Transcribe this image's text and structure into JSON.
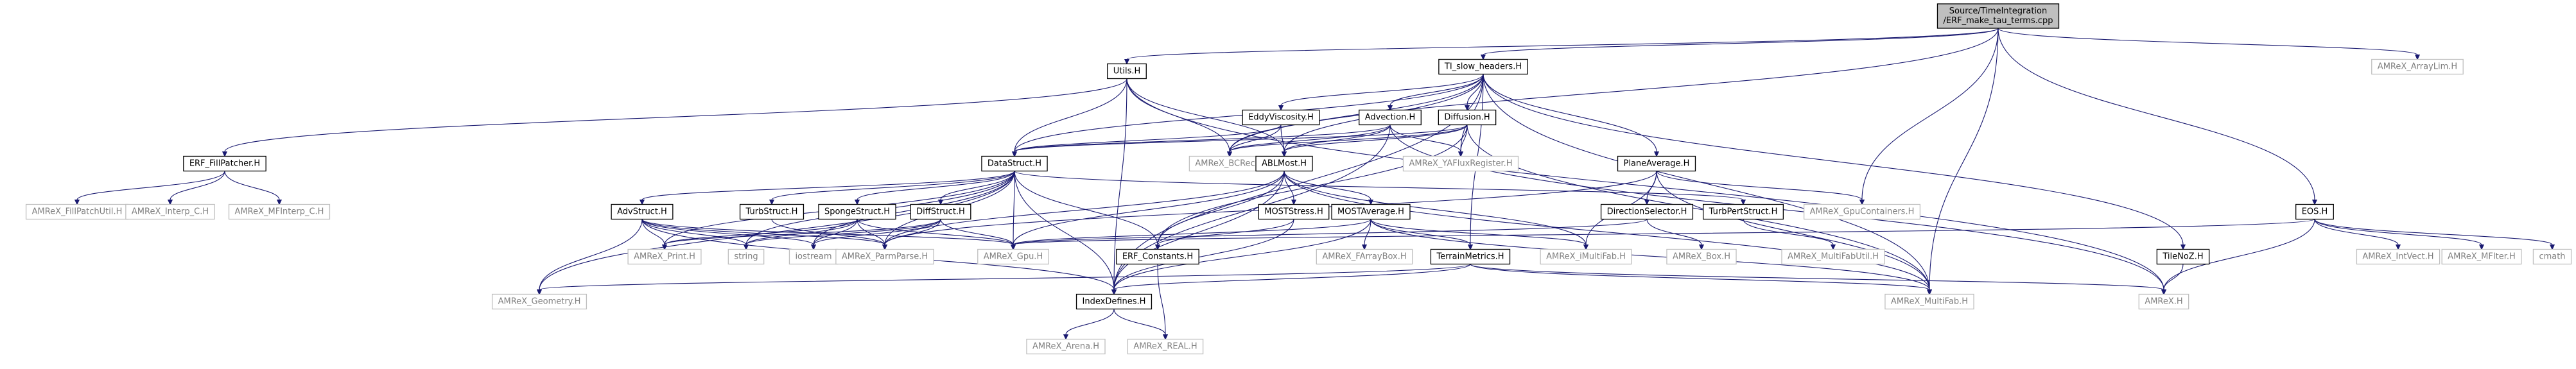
{
  "colors": {
    "edge": "#191970",
    "node_border": "#000000",
    "node_border_external": "#bfbfbf",
    "node_fill": "#ffffff",
    "root_fill": "#bfbfbf",
    "text": "#000000",
    "text_external": "#808080"
  },
  "nodes": [
    {
      "id": "root",
      "lines": [
        "Source/TimeIntegration",
        "/ERF_make_tau_terms.cpp"
      ],
      "kind": "root"
    },
    {
      "id": "ti",
      "lines": [
        "TI_slow_headers.H"
      ],
      "kind": "header"
    },
    {
      "id": "arraylim",
      "lines": [
        "AMReX_ArrayLim.H"
      ],
      "kind": "external"
    },
    {
      "id": "utils",
      "lines": [
        "Utils.H"
      ],
      "kind": "header"
    },
    {
      "id": "eddy",
      "lines": [
        "EddyViscosity.H"
      ],
      "kind": "header"
    },
    {
      "id": "advection",
      "lines": [
        "Advection.H"
      ],
      "kind": "header"
    },
    {
      "id": "diffusion",
      "lines": [
        "Diffusion.H"
      ],
      "kind": "header"
    },
    {
      "id": "fillpatcher",
      "lines": [
        "ERF_FillPatcher.H"
      ],
      "kind": "header"
    },
    {
      "id": "datastruct",
      "lines": [
        "DataStruct.H"
      ],
      "kind": "header"
    },
    {
      "id": "bcrec",
      "lines": [
        "AMReX_BCRec.H"
      ],
      "kind": "external"
    },
    {
      "id": "ablmost",
      "lines": [
        "ABLMost.H"
      ],
      "kind": "header"
    },
    {
      "id": "yaflux",
      "lines": [
        "AMReX_YAFluxRegister.H"
      ],
      "kind": "external"
    },
    {
      "id": "planeavg",
      "lines": [
        "PlaneAverage.H"
      ],
      "kind": "header"
    },
    {
      "id": "eos",
      "lines": [
        "EOS.H"
      ],
      "kind": "header"
    },
    {
      "id": "fillpatchutil",
      "lines": [
        "AMReX_FillPatchUtil.H"
      ],
      "kind": "external"
    },
    {
      "id": "interpc",
      "lines": [
        "AMReX_Interp_C.H"
      ],
      "kind": "external"
    },
    {
      "id": "mfinterp",
      "lines": [
        "AMReX_MFInterp_C.H"
      ],
      "kind": "external"
    },
    {
      "id": "advstruct",
      "lines": [
        "AdvStruct.H"
      ],
      "kind": "header"
    },
    {
      "id": "turbstruct",
      "lines": [
        "TurbStruct.H"
      ],
      "kind": "header"
    },
    {
      "id": "spongestruct",
      "lines": [
        "SpongeStruct.H"
      ],
      "kind": "header"
    },
    {
      "id": "diffstruct",
      "lines": [
        "DiffStruct.H"
      ],
      "kind": "header"
    },
    {
      "id": "moststress",
      "lines": [
        "MOSTStress.H"
      ],
      "kind": "header"
    },
    {
      "id": "mostavg",
      "lines": [
        "MOSTAverage.H"
      ],
      "kind": "header"
    },
    {
      "id": "dirselector",
      "lines": [
        "DirectionSelector.H"
      ],
      "kind": "header"
    },
    {
      "id": "turbpert",
      "lines": [
        "TurbPertStruct.H"
      ],
      "kind": "header"
    },
    {
      "id": "gpucontainers",
      "lines": [
        "AMReX_GpuContainers.H"
      ],
      "kind": "external"
    },
    {
      "id": "amrexprint",
      "lines": [
        "AMReX_Print.H"
      ],
      "kind": "external"
    },
    {
      "id": "string",
      "lines": [
        "string"
      ],
      "kind": "external"
    },
    {
      "id": "iostream",
      "lines": [
        "iostream"
      ],
      "kind": "external"
    },
    {
      "id": "parmparse",
      "lines": [
        "AMReX_ParmParse.H"
      ],
      "kind": "external"
    },
    {
      "id": "gpu",
      "lines": [
        "AMReX_Gpu.H"
      ],
      "kind": "external"
    },
    {
      "id": "erfconst",
      "lines": [
        "ERF_Constants.H"
      ],
      "kind": "header"
    },
    {
      "id": "farraybox",
      "lines": [
        "AMReX_FArrayBox.H"
      ],
      "kind": "external"
    },
    {
      "id": "terrain",
      "lines": [
        "TerrainMetrics.H"
      ],
      "kind": "header"
    },
    {
      "id": "imultifab",
      "lines": [
        "AMReX_iMultiFab.H"
      ],
      "kind": "external"
    },
    {
      "id": "amrexbox",
      "lines": [
        "AMReX_Box.H"
      ],
      "kind": "external"
    },
    {
      "id": "multifabutil",
      "lines": [
        "AMReX_MultiFabUtil.H"
      ],
      "kind": "external"
    },
    {
      "id": "tilenoz",
      "lines": [
        "TileNoZ.H"
      ],
      "kind": "header"
    },
    {
      "id": "intvect",
      "lines": [
        "AMReX_IntVect.H"
      ],
      "kind": "external"
    },
    {
      "id": "mfiter",
      "lines": [
        "AMReX_MFIter.H"
      ],
      "kind": "external"
    },
    {
      "id": "cmath",
      "lines": [
        "cmath"
      ],
      "kind": "external"
    },
    {
      "id": "geometry",
      "lines": [
        "AMReX_Geometry.H"
      ],
      "kind": "external"
    },
    {
      "id": "indexdefines",
      "lines": [
        "IndexDefines.H"
      ],
      "kind": "header"
    },
    {
      "id": "multifab",
      "lines": [
        "AMReX_MultiFab.H"
      ],
      "kind": "external"
    },
    {
      "id": "amrexh",
      "lines": [
        "AMReX.H"
      ],
      "kind": "external"
    },
    {
      "id": "arena",
      "lines": [
        "AMReX_Arena.H"
      ],
      "kind": "external"
    },
    {
      "id": "real",
      "lines": [
        "AMReX_REAL.H"
      ],
      "kind": "external"
    }
  ],
  "edges": [
    [
      "root",
      "ti"
    ],
    [
      "root",
      "arraylim"
    ],
    [
      "root",
      "utils"
    ],
    [
      "root",
      "bcrec"
    ],
    [
      "root",
      "gpucontainers"
    ],
    [
      "root",
      "eos"
    ],
    [
      "root",
      "multifab"
    ],
    [
      "ti",
      "eddy"
    ],
    [
      "ti",
      "advection"
    ],
    [
      "ti",
      "diffusion"
    ],
    [
      "ti",
      "datastruct"
    ],
    [
      "ti",
      "ablmost"
    ],
    [
      "ti",
      "planeavg"
    ],
    [
      "ti",
      "terrain"
    ],
    [
      "ti",
      "tilenoz"
    ],
    [
      "ti",
      "indexdefines"
    ],
    [
      "ti",
      "multifab"
    ],
    [
      "ti",
      "bcrec"
    ],
    [
      "ti",
      "yaflux"
    ],
    [
      "utils",
      "fillpatcher"
    ],
    [
      "utils",
      "datastruct"
    ],
    [
      "utils",
      "bcrec"
    ],
    [
      "utils",
      "ablmost"
    ],
    [
      "utils",
      "indexdefines"
    ],
    [
      "utils",
      "amrexh"
    ],
    [
      "eddy",
      "datastruct"
    ],
    [
      "eddy",
      "ablmost"
    ],
    [
      "eddy",
      "bcrec"
    ],
    [
      "advection",
      "datastruct"
    ],
    [
      "advection",
      "ablmost"
    ],
    [
      "advection",
      "bcrec"
    ],
    [
      "advection",
      "yaflux"
    ],
    [
      "advection",
      "indexdefines"
    ],
    [
      "advection",
      "amrexh"
    ],
    [
      "diffusion",
      "datastruct"
    ],
    [
      "diffusion",
      "ablmost"
    ],
    [
      "diffusion",
      "bcrec"
    ],
    [
      "diffusion",
      "yaflux"
    ],
    [
      "diffusion",
      "multifab"
    ],
    [
      "diffusion",
      "erfconst"
    ],
    [
      "fillpatcher",
      "fillpatchutil"
    ],
    [
      "fillpatcher",
      "interpc"
    ],
    [
      "fillpatcher",
      "mfinterp"
    ],
    [
      "datastruct",
      "advstruct"
    ],
    [
      "datastruct",
      "turbstruct"
    ],
    [
      "datastruct",
      "spongestruct"
    ],
    [
      "datastruct",
      "diffstruct"
    ],
    [
      "datastruct",
      "turbpert"
    ],
    [
      "datastruct",
      "amrexprint"
    ],
    [
      "datastruct",
      "string"
    ],
    [
      "datastruct",
      "iostream"
    ],
    [
      "datastruct",
      "parmparse"
    ],
    [
      "datastruct",
      "gpu"
    ],
    [
      "datastruct",
      "erfconst"
    ],
    [
      "datastruct",
      "indexdefines"
    ],
    [
      "datastruct",
      "geometry"
    ],
    [
      "ablmost",
      "moststress"
    ],
    [
      "ablmost",
      "mostavg"
    ],
    [
      "ablmost",
      "gpu"
    ],
    [
      "ablmost",
      "multifab"
    ],
    [
      "ablmost",
      "imultifab"
    ],
    [
      "ablmost",
      "parmparse"
    ],
    [
      "ablmost",
      "indexdefines"
    ],
    [
      "ablmost",
      "erfconst"
    ],
    [
      "planeavg",
      "dirselector"
    ],
    [
      "planeavg",
      "gpucontainers"
    ],
    [
      "planeavg",
      "multifab"
    ],
    [
      "planeavg",
      "parmparse"
    ],
    [
      "planeavg",
      "imultifab"
    ],
    [
      "eos",
      "gpu"
    ],
    [
      "eos",
      "intvect"
    ],
    [
      "eos",
      "mfiter"
    ],
    [
      "eos",
      "cmath"
    ],
    [
      "eos",
      "amrexh"
    ],
    [
      "advstruct",
      "amrexprint"
    ],
    [
      "advstruct",
      "string"
    ],
    [
      "advstruct",
      "iostream"
    ],
    [
      "advstruct",
      "parmparse"
    ],
    [
      "advstruct",
      "gpu"
    ],
    [
      "advstruct",
      "geometry"
    ],
    [
      "advstruct",
      "indexdefines"
    ],
    [
      "turbstruct",
      "parmparse"
    ],
    [
      "spongestruct",
      "string"
    ],
    [
      "spongestruct",
      "iostream"
    ],
    [
      "spongestruct",
      "parmparse"
    ],
    [
      "spongestruct",
      "gpu"
    ],
    [
      "spongestruct",
      "amrexprint"
    ],
    [
      "diffstruct",
      "string"
    ],
    [
      "diffstruct",
      "iostream"
    ],
    [
      "diffstruct",
      "parmparse"
    ],
    [
      "diffstruct",
      "gpu"
    ],
    [
      "diffstruct",
      "amrexprint"
    ],
    [
      "moststress",
      "indexdefines"
    ],
    [
      "moststress",
      "erfconst"
    ],
    [
      "mostavg",
      "multifab"
    ],
    [
      "mostavg",
      "imultifab"
    ],
    [
      "mostavg",
      "farraybox"
    ],
    [
      "mostavg",
      "gpu"
    ],
    [
      "mostavg",
      "terrain"
    ],
    [
      "mostavg",
      "indexdefines"
    ],
    [
      "dirselector",
      "amrexbox"
    ],
    [
      "dirselector",
      "gpu"
    ],
    [
      "turbpert",
      "multifabutil"
    ],
    [
      "erfconst",
      "real"
    ],
    [
      "terrain",
      "geometry"
    ],
    [
      "terrain",
      "multifab"
    ],
    [
      "terrain",
      "indexdefines"
    ],
    [
      "terrain",
      "amrexh"
    ],
    [
      "tilenoz",
      "amrexh"
    ],
    [
      "indexdefines",
      "arena"
    ],
    [
      "indexdefines",
      "real"
    ]
  ]
}
